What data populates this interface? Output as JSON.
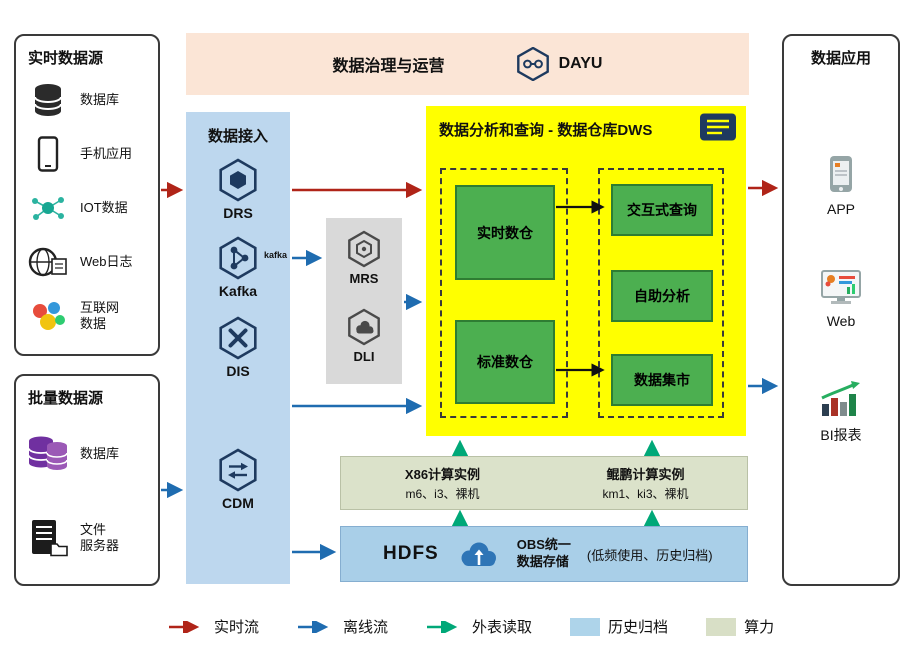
{
  "banner": {
    "title": "数据治理与运营",
    "logo": "DAYU"
  },
  "realtime_sources": {
    "title": "实时数据源",
    "items": [
      {
        "label": "数据库",
        "icon": "database-icon"
      },
      {
        "label": "手机应用",
        "icon": "mobile-app-icon"
      },
      {
        "label": "IOT数据",
        "icon": "iot-icon"
      },
      {
        "label": "Web日志",
        "icon": "web-log-icon"
      },
      {
        "label": "互联网\n数据",
        "icon": "internet-data-icon"
      }
    ]
  },
  "batch_sources": {
    "title": "批量数据源",
    "items": [
      {
        "label": "数据库",
        "icon": "batch-database-icon"
      },
      {
        "label": "文件\n服务器",
        "icon": "file-server-icon"
      }
    ]
  },
  "ingestion": {
    "title": "数据接入",
    "items": [
      {
        "label": "DRS",
        "icon": "drs-icon"
      },
      {
        "label": "Kafka",
        "brand": "kafka",
        "icon": "kafka-icon"
      },
      {
        "label": "DIS",
        "icon": "dis-icon"
      },
      {
        "label": "CDM",
        "icon": "cdm-icon"
      }
    ]
  },
  "middle_services": {
    "items": [
      {
        "label": "MRS",
        "icon": "mrs-icon"
      },
      {
        "label": "DLI",
        "icon": "dli-icon"
      }
    ]
  },
  "dws": {
    "title": "数据分析和查询 - 数据仓库DWS",
    "left_group": [
      {
        "label": "实时数仓"
      },
      {
        "label": "标准数仓"
      }
    ],
    "right_group": [
      {
        "label": "交互式查询"
      },
      {
        "label": "自助分析"
      },
      {
        "label": "数据集市"
      }
    ]
  },
  "compute_instances": {
    "x86": {
      "title": "X86计算实例",
      "subtitle": "m6、i3、裸机"
    },
    "kunpeng": {
      "title": "鲲鹏计算实例",
      "subtitle": "km1、ki3、裸机"
    }
  },
  "storage": {
    "hdfs": "HDFS",
    "obs_line1": "OBS统一",
    "obs_line2": "数据存储",
    "note": "(低频使用、历史归档)"
  },
  "applications": {
    "title": "数据应用",
    "items": [
      {
        "label": "APP",
        "icon": "app-icon"
      },
      {
        "label": "Web",
        "icon": "web-icon"
      },
      {
        "label": "BI报表",
        "icon": "bi-report-icon"
      }
    ]
  },
  "legend": {
    "realtime": "实时流",
    "offline": "离线流",
    "external": "外表读取",
    "archive": "历史归档",
    "compute": "算力"
  },
  "colors": {
    "realtime_flow": "#b02418",
    "offline_flow": "#1f6cb0",
    "external_read": "#00a878",
    "banner_bg": "#fbe5d6",
    "ingestion_bg": "#bdd7ee",
    "services_bg": "#d9d9d9",
    "dws_bg": "#ffff00",
    "dws_node": "#4caf50",
    "compute_bar_bg": "#dbe2ca",
    "hdfs_bar_bg": "#a9cfe8",
    "archive_swatch": "#aed4ea",
    "compute_swatch": "#d8dfc6",
    "hexagon_stroke": "#1e3a5f"
  }
}
